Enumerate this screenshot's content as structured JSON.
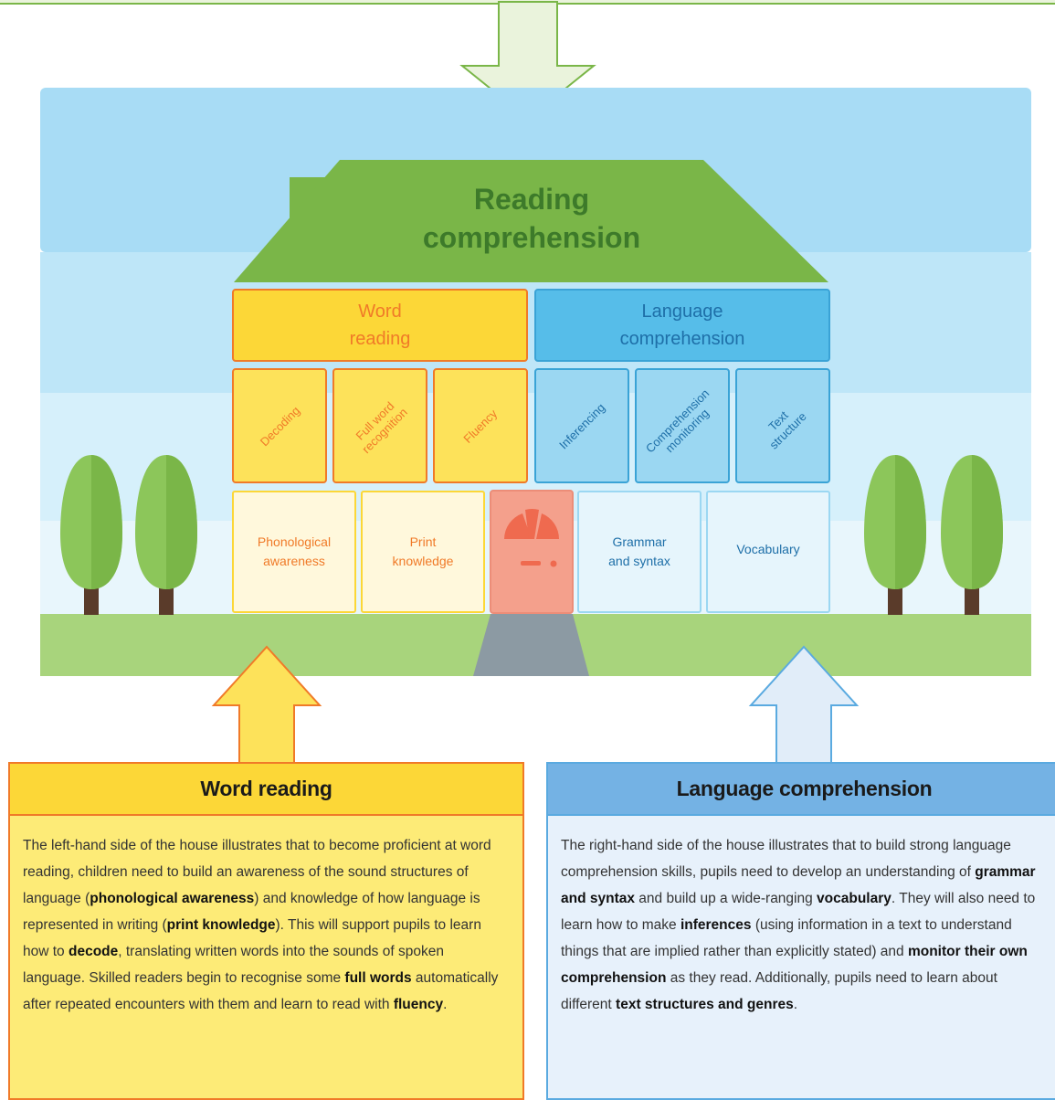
{
  "roof_title": [
    "Reading",
    "comprehension"
  ],
  "word_reading_header": "Word\nreading",
  "language_comprehension_header": "Language\ncomprehension",
  "word_reading_strands": [
    "Decoding",
    "Full word\nrecognition",
    "Fluency"
  ],
  "language_comprehension_strands": [
    "Inferencing",
    "Comprehension\nmonitoring",
    "Text\nstructure"
  ],
  "foundations": {
    "phonological": "Phonological\nawareness",
    "print": "Print\nknowledge",
    "grammar": "Grammar\nand syntax",
    "vocabulary": "Vocabulary"
  },
  "word_reading_box": {
    "title": "Word reading",
    "body": [
      {
        "t": "The left-hand side of the house illustrates that to become proficient at word reading, children need to build an awareness of the sound structures of language ("
      },
      {
        "t": "phonological awareness",
        "b": true
      },
      {
        "t": ") and knowledge of how language is represented in writing ("
      },
      {
        "t": "print knowledge",
        "b": true
      },
      {
        "t": "). This will support pupils to learn how to "
      },
      {
        "t": "decode",
        "b": true
      },
      {
        "t": ", translating written words into the sounds of spoken language. Skilled readers begin to recognise some "
      },
      {
        "t": "full words",
        "b": true
      },
      {
        "t": " automatically after repeated encounters with them and learn to read with "
      },
      {
        "t": "fluency",
        "b": true
      },
      {
        "t": "."
      }
    ]
  },
  "language_comprehension_box": {
    "title": "Language comprehension",
    "body": [
      {
        "t": "The right-hand side of the house illustrates that to build strong language comprehension skills, pupils need to develop an understanding of "
      },
      {
        "t": "grammar and syntax",
        "b": true
      },
      {
        "t": " and build up a wide-ranging "
      },
      {
        "t": "vocabulary",
        "b": true
      },
      {
        "t": ". They will also need to learn how to make "
      },
      {
        "t": "inferences",
        "b": true
      },
      {
        "t": " (using information in a text to understand things that are implied rather than explicitly stated) and "
      },
      {
        "t": "monitor their own comprehension",
        "b": true
      },
      {
        "t": " as they read. Additionally, pupils need to learn about different "
      },
      {
        "t": "text structures and genres",
        "b": true
      },
      {
        "t": "."
      }
    ]
  },
  "colors": {
    "sky_dark": "#a8dcf5",
    "sky_mid": "#bee6f8",
    "sky_light": "#d6f0fb",
    "sky_pale": "#e8f6fc",
    "grass": "#a8d47c",
    "roof": "#7ab648",
    "roof_text": "#3d7a2a",
    "word_yellow": "#fcd737",
    "word_orange": "#f07a28",
    "strand_yellow": "#fde25a",
    "lang_blue": "#56bde9",
    "lang_text": "#1e6fa8",
    "strand_blue": "#9bd7f2",
    "door": "#f4a08c",
    "path": "#8c9aa3",
    "tree_leaf": "#8cc65a",
    "tree_trunk": "#5a3b2a"
  }
}
